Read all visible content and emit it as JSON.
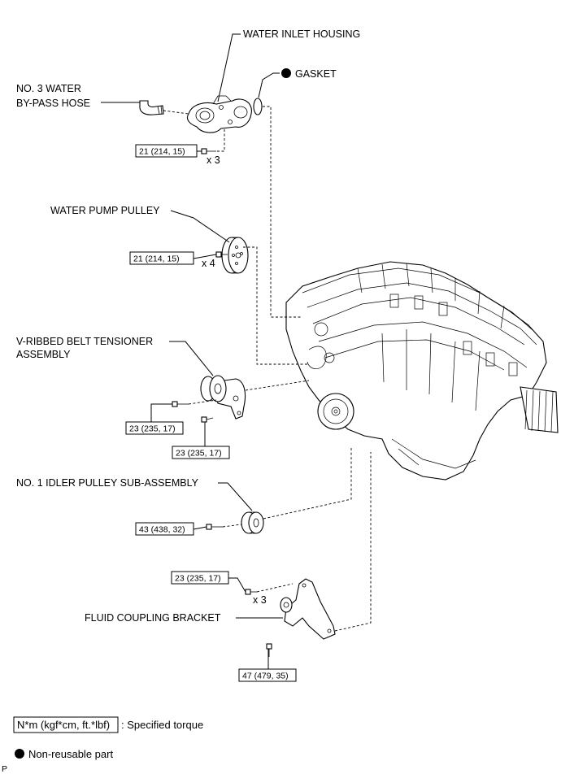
{
  "labels": {
    "water_inlet_housing": "WATER INLET HOUSING",
    "gasket": "GASKET",
    "bypass_hose_line1": "NO. 3 WATER",
    "bypass_hose_line2": "BY-PASS HOSE",
    "water_pump_pulley": "WATER PUMP PULLEY",
    "tensioner_line1": "V-RIBBED BELT TENSIONER",
    "tensioner_line2": "ASSEMBLY",
    "idler_pulley": "NO. 1 IDLER PULLEY SUB-ASSEMBLY",
    "fluid_coupling_bracket": "FLUID COUPLING BRACKET"
  },
  "torques": {
    "inlet_housing": "21 (214, 15)",
    "pump_pulley": "21 (214, 15)",
    "tensioner_a": "23 (235, 17)",
    "tensioner_b": "23 (235, 17)",
    "idler": "43 (438, 32)",
    "bracket_top": "23 (235, 17)",
    "bracket_bottom": "47 (479, 35)"
  },
  "quantities": {
    "inlet_housing": "x 3",
    "pump_pulley": "x 4",
    "bracket_top": "x 3"
  },
  "legend": {
    "torque_box": "N*m (kgf*cm, ft.*lbf)",
    "torque_desc": ": Specified torque",
    "non_reusable": "Non-reusable part"
  },
  "corner_code": "P"
}
